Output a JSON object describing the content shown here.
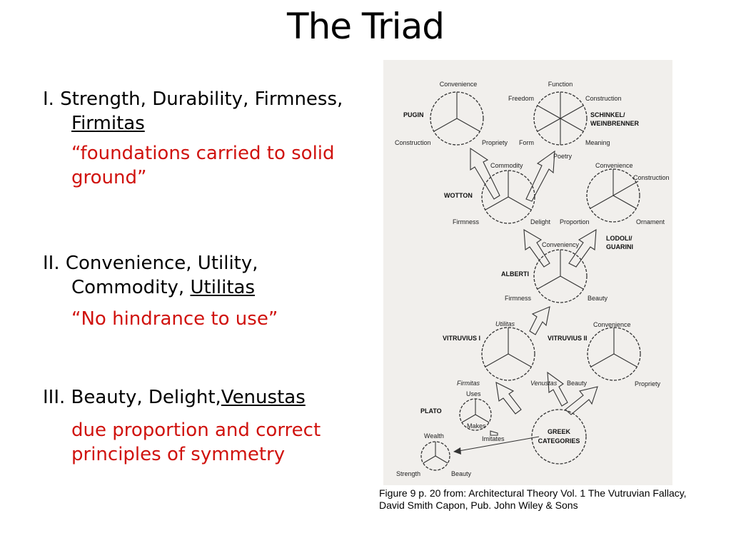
{
  "slide": {
    "title": "The Triad",
    "section1": {
      "heading": "I. Strength, Durability, Firmness,",
      "latin": "Firmitas",
      "quote": "“foundations carried to solid ground”"
    },
    "section2": {
      "heading": "II. Convenience, Utility, Commodity,",
      "latin": "Utilitas",
      "quote": "“No hindrance to use”"
    },
    "section3": {
      "heading": "III. Beauty, Delight,",
      "latin": "Venustas",
      "quote": "due proportion and correct principles of symmetry"
    },
    "caption": "Figure 9 p. 20 from: Architectural Theory Vol. 1 The Vutruvian Fallacy, David Smith Capon, Pub. John Wiley & Sons"
  },
  "figure": {
    "pugin": {
      "name": "PUGIN",
      "top": "Convenience",
      "left": "Construction",
      "right": "Propriety"
    },
    "schinkel": {
      "name_line1": "SCHINKEL/",
      "name_line2": "WEINBRENNER",
      "top": "Function",
      "top_left": "Freedom",
      "top_right": "Construction",
      "bottom_left": "Form",
      "bottom_right": "Meaning",
      "bottom": "Poetry"
    },
    "wotton": {
      "name": "WOTTON",
      "top": "Commodity",
      "left": "Firmness",
      "right": "Delight"
    },
    "lodoli": {
      "name_line1": "LODOLI/",
      "name_line2": "GUARINI",
      "top": "Convenience",
      "top_right": "Construction",
      "left": "Proportion",
      "right": "Ornament"
    },
    "alberti": {
      "name": "ALBERTI",
      "top": "Conveniency",
      "left": "Firmness",
      "right": "Beauty"
    },
    "vitruvius1": {
      "name": "VITRUVIUS I",
      "top": "Utilitas",
      "left": "Firmitas",
      "right": "Venustas"
    },
    "vitruvius2": {
      "name": "VITRUVIUS II",
      "top": "Convenience",
      "left": "Beauty",
      "right": "Propriety"
    },
    "plato": {
      "name": "PLATO",
      "top": "Uses",
      "right": "Makes",
      "bottom": "Imitates"
    },
    "plato2": {
      "top": "Wealth",
      "left": "Strength",
      "right": "Beauty"
    },
    "greek": {
      "line1": "GREEK",
      "line2": "CATEGORIES"
    }
  }
}
